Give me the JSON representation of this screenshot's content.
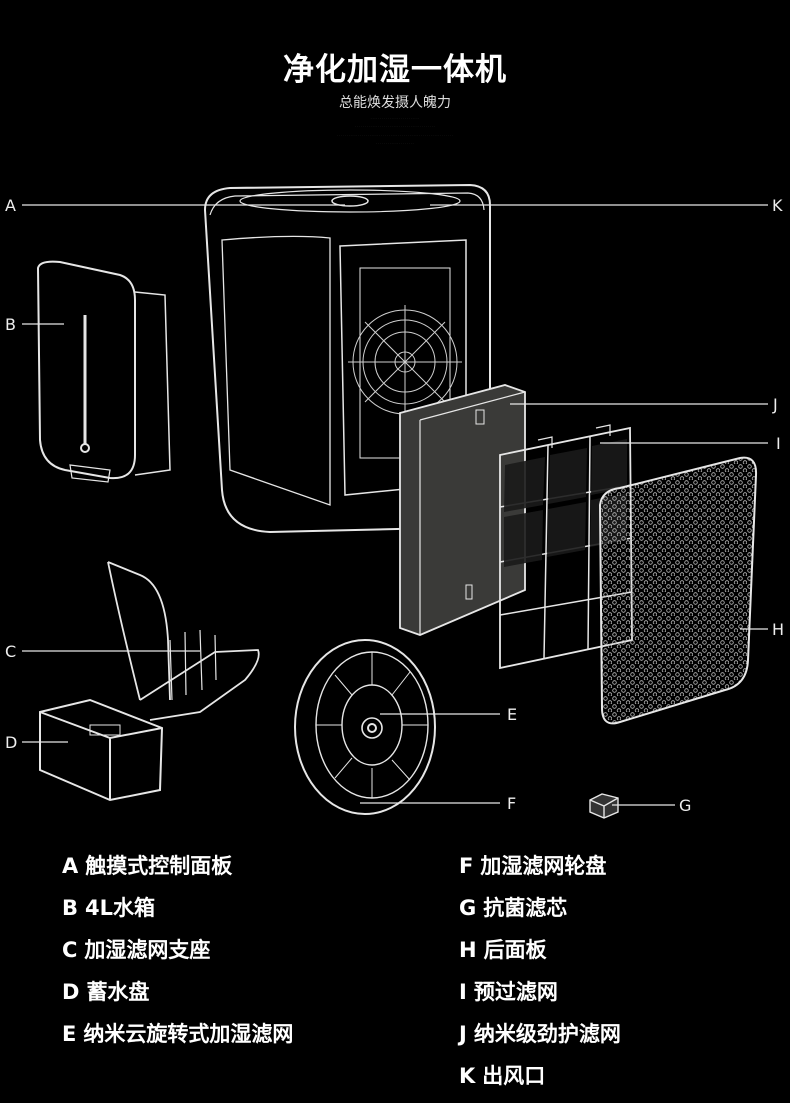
{
  "header": {
    "title": "净化加湿一体机",
    "subtitle": "总能焕发摄人魄力"
  },
  "callouts": [
    "A",
    "K",
    "B",
    "J",
    "I",
    "H",
    "C",
    "E",
    "D",
    "F",
    "G"
  ],
  "legend_left": [
    {
      "key": "A",
      "label": "触摸式控制面板"
    },
    {
      "key": "B",
      "label": "4L水箱"
    },
    {
      "key": "C",
      "label": "加湿滤网支座"
    },
    {
      "key": "D",
      "label": "蓄水盘"
    },
    {
      "key": "E",
      "label": "纳米云旋转式加湿滤网"
    }
  ],
  "legend_right": [
    {
      "key": "F",
      "label": "加湿滤网轮盘"
    },
    {
      "key": "G",
      "label": "抗菌滤芯"
    },
    {
      "key": "H",
      "label": "后面板"
    },
    {
      "key": "I",
      "label": "预过滤网"
    },
    {
      "key": "J",
      "label": "纳米级劲护滤网"
    },
    {
      "key": "K",
      "label": "出风口"
    }
  ],
  "colors": {
    "background": "#000000",
    "line": "#e6e6e6",
    "filter": "#3a3a38"
  }
}
